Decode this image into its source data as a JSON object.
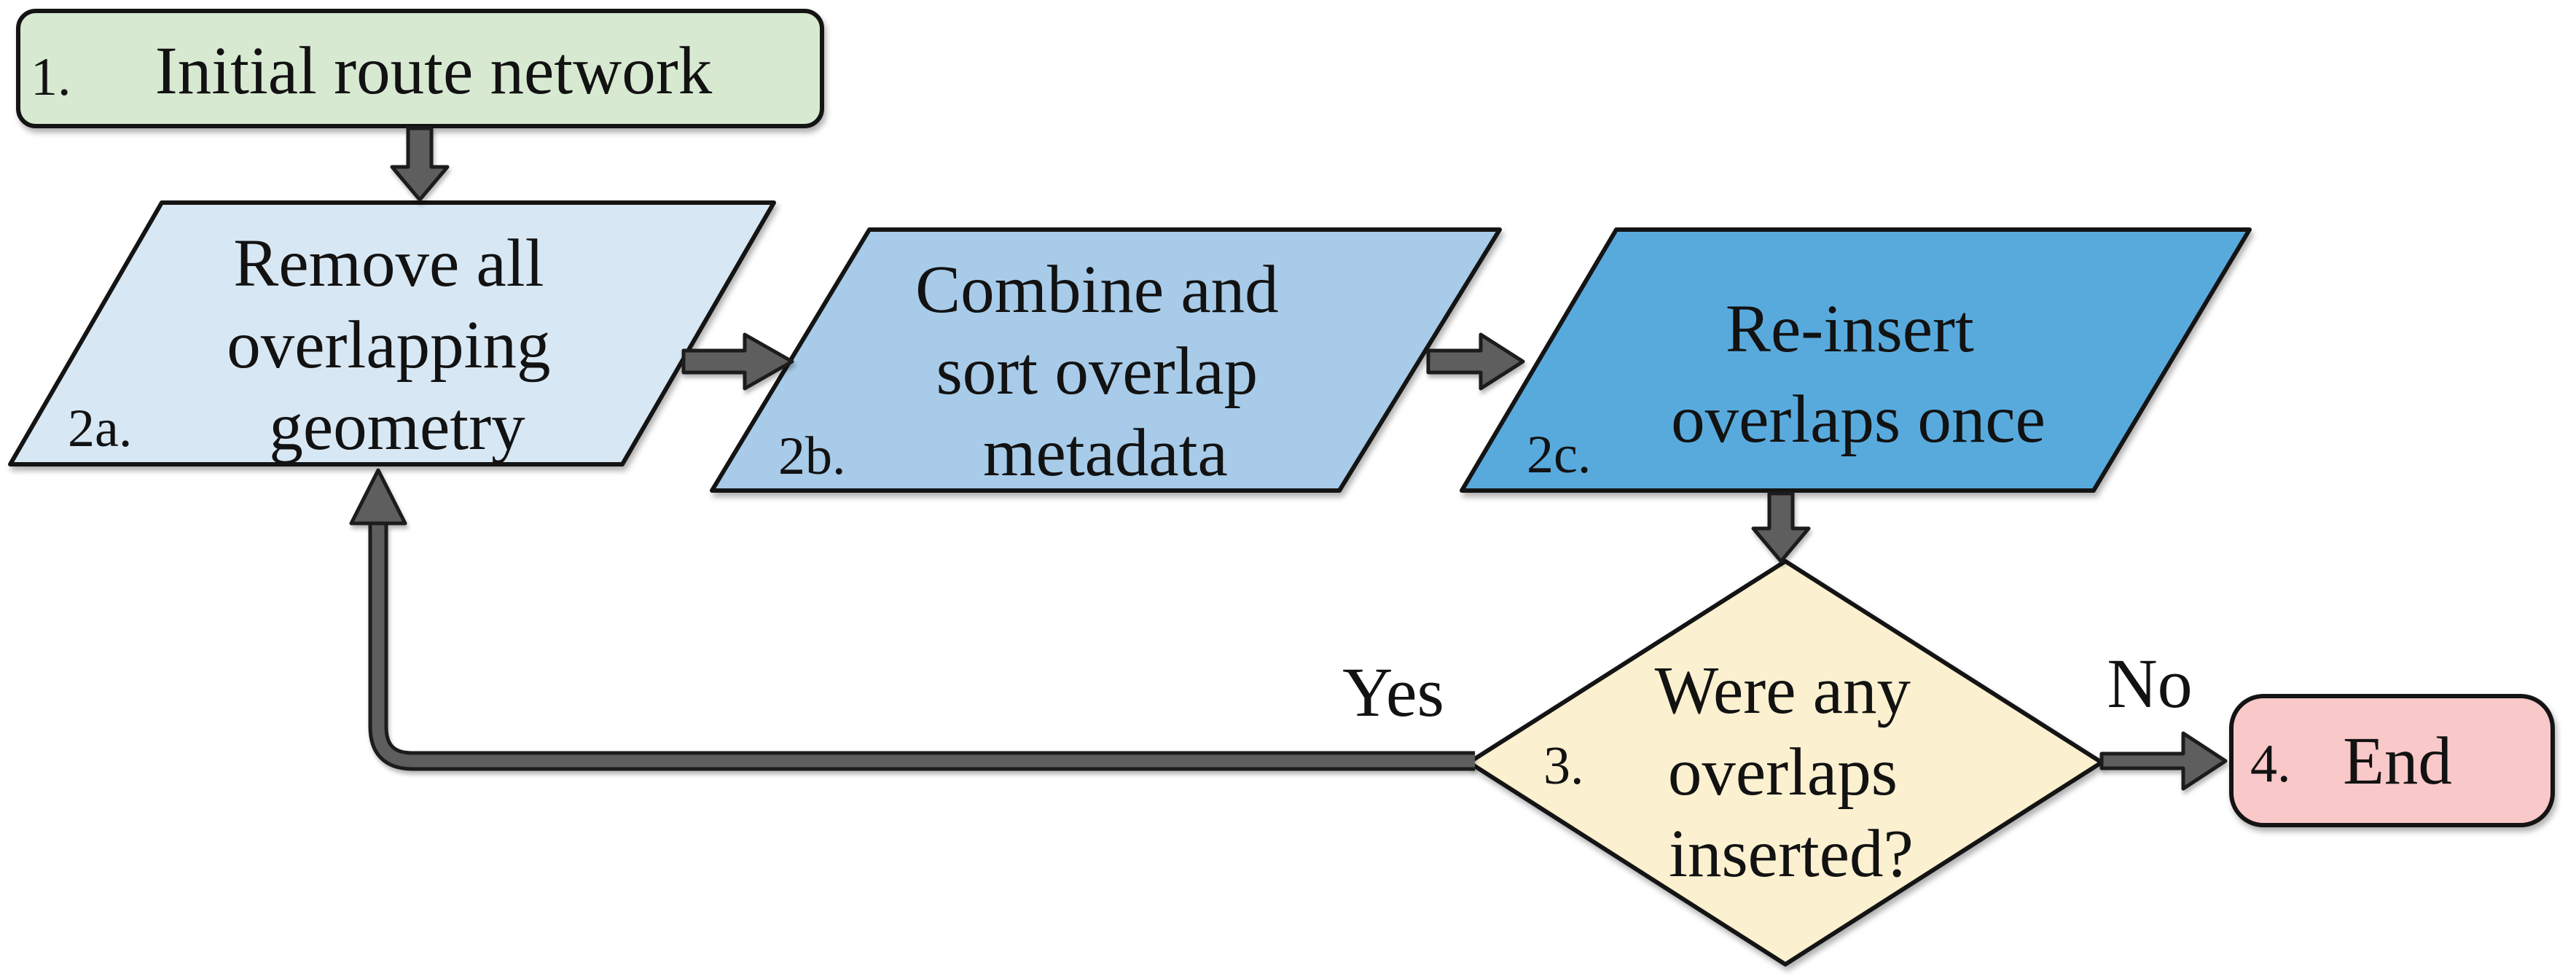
{
  "colors": {
    "background": "#ffffff",
    "border": "#141414",
    "text": "#121212",
    "arrow_fill": "#5e5e5e",
    "arrow_outline": "#1c1c1c",
    "node_start": "#d7e9d1",
    "node_2a": "#d7e7f3",
    "node_2b": "#a7cbe8",
    "node_2c": "#58aadd",
    "node_decision": "#fbf0cf",
    "node_end": "#f9c8c9"
  },
  "nodes": {
    "start": {
      "number": "1.",
      "lines": [
        "Initial route network"
      ]
    },
    "step2a": {
      "number": "2a.",
      "lines": [
        "Remove all",
        "overlapping",
        "geometry"
      ]
    },
    "step2b": {
      "number": "2b.",
      "lines": [
        "Combine and",
        "sort overlap",
        "metadata"
      ]
    },
    "step2c": {
      "number": "2c.",
      "lines": [
        "Re-insert",
        "overlaps once"
      ]
    },
    "decision": {
      "number": "3.",
      "lines": [
        "Were any",
        "overlaps",
        "inserted?"
      ]
    },
    "end": {
      "number": "4.",
      "lines": [
        "End"
      ]
    }
  },
  "edges": {
    "yes_label": "Yes",
    "no_label": "No"
  }
}
